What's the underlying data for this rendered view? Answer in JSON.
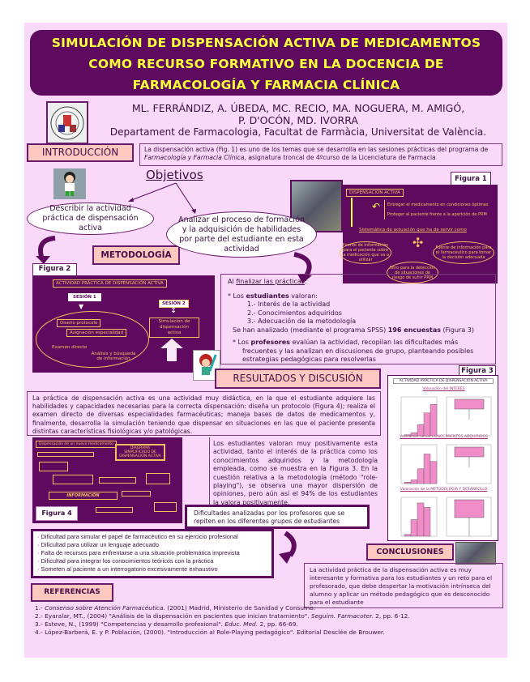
{
  "title": {
    "line1": "SIMULACIÓN DE DISPENSACIÓN ACTIVA DE MEDICAMENTOS",
    "line2": "COMO RECURSO FORMATIVO EN LA DOCENCIA DE",
    "line3": "FARMACOLOGÍA Y FARMACIA CLÍNICA"
  },
  "authors": {
    "line1": "ML. FERRÁNDIZ, A. ÚBEDA, MC. RECIO, MA. NOGUERA, M. AMIGÓ,",
    "line2": "P. D'OCÓN, MD. IVORRA",
    "dept": "Departament de Farmacologia, Facultat de Farmàcia, Universitat de València."
  },
  "intro": {
    "heading": "INTRODUCCIÓN",
    "text_a": "La dispensación activa (Fig. 1) es uno de los temas que se desarrolla en las sesiones prácticas del programa de ",
    "text_italic": "Farmacología y Farmacia Clínica",
    "text_b": ", asignatura troncal de 4ºcurso de la Licenciatura de Farmacia"
  },
  "objetivos": {
    "heading": "Objetivos",
    "obj1": "Describir la actividad práctica de dispensación activa",
    "obj2": "Analizar el proceso de formación y la adquisición de habilidades por parte del estudiante en esta actividad"
  },
  "figure1": {
    "label": "Figura 1",
    "title": "DISPENSACIÓN ACTIVA",
    "item1": "Entregar el medicamento en condiciones óptimas",
    "item2": "Proteger al paciente frente a la aparición de PRM",
    "sistematica": "Sistemática de actuación que ha de servir como",
    "oval1": "Fuente de información para el paciente sobre la medicación que va a utilizar",
    "oval2": "Fuente de información para el farmacéutico para tomar la decisión adecuada",
    "oval3": "filtro para la detección de situaciones de riesgo de sufrir PRM"
  },
  "metodologia": {
    "heading": "METODOLOGÍA"
  },
  "figure2": {
    "label": "Figura 2",
    "title": "ACTIVIDAD PRÁCTICA DE DISPENSACIÓN ACTIVA",
    "sesion1": "SESIÓN 1",
    "sesion2": "SESIÓN 2",
    "diseno": "Diseño protocolo",
    "asignacion": "Asignación especialidad",
    "examen": "Examen directo",
    "analisis": "Análisis y búsqueda de información",
    "simulacion": "Simulación de dispensación activa"
  },
  "practicas": {
    "intro_a": "Al ",
    "intro_u": "finalizar las prácticas",
    "intro_b": ":",
    "est_a": "* Los ",
    "est_b": "estudiantes",
    "est_c": " valoran:",
    "v1": "1.- Interés de la actividad",
    "v2": "2.- Conocimientos adquiridos",
    "v3": "3.- Adecuación de la metodología",
    "spss_a": "Se han analizado (mediante el programa SPSS) ",
    "spss_b": "196 encuestas",
    "spss_c": " (Figura 3)",
    "prof_a": "* Los ",
    "prof_b": "profesores",
    "prof_c": " evalúan la actividad, recopilan las dificultades más frecuentes y las analizan en discusiones de grupo, planteando posibles estrategias pedagógicas para resolverlas"
  },
  "resultados": {
    "heading": "RESULTADOS Y DISCUSIÓN",
    "para1": "La práctica de dispensación activa es una actividad muy didáctica, en la que el estudiante adquiere las habilidades y capacidades necesarias para la correcta dispensación: diseña un protocolo (Figura 4); realiza el examen directo de diversas especialidades farmacéuticas; maneja bases de datos de medicamentos y, finalmente, desarrolla la simulación teniendo que dispensar en situaciones en las que el paciente presenta distintas características fisiológicas y/o patológicas.",
    "para2": "Los estudiantes valoran muy positivamente esta actividad, tanto el interés de la práctica como los conocimientos adquiridos y la metodología empleada, como se muestra en la Figura 3. En la cuestión relativa a la metodología (método \"role-playing\"), se observa una mayor dispersión de opiniones, pero aún así el 94% de los estudiantes la valora positivamente.",
    "dificultades_title": "Dificultades analizadas por los profesores que se repiten en los diferentes grupos de estudiantes",
    "dificultades": [
      "· Dificultad para simular el papel de farmacéutico en su ejercicio profesional",
      "· Dificultad para utilizar un lenguaje adecuado",
      "· Falta de recursos para enfrentarse a una situación problemática imprevista",
      "· Dificultad para integrar los conocimientos teóricos con la práctica",
      "· Someten al paciente a un interrogatorio excesivamente exhaustivo"
    ]
  },
  "figure3": {
    "label": "Figura 3",
    "title": "ACTIVIDAD PRÁCTICA DE DISPENSACIÓN ACTIVA",
    "sub1": "Valoración del INTERÉS",
    "sub2": "Valoración de los CONOCIMIENTOS ADQUIRIDOS",
    "sub3": "Valoración de la METODOLOGÍA Y DESARROLLO"
  },
  "figure4": {
    "label": "Figura 4",
    "title": "DIAGRAMA SIMPLIFICADO DE DISPENSACIÓN ACTIVA",
    "start": "Dispensación de un nuevo medicamento",
    "info": "INFORMACIÓN"
  },
  "conclusiones": {
    "heading": "CONCLUSIONES",
    "text": "La actividad práctica de la dispensación activa es muy interesante y formativa para los estudiantes y un reto para el profesorado, que debe despertar la motivación intrínseca del alumno y aplicar un método pedagógico que es desconocido para el estudiante"
  },
  "referencias": {
    "heading": "REFERENCIAS",
    "r1a": "1.- ",
    "r1i": "Consenso sobre Atención Farmacéutica.",
    "r1b": " (2001) Madrid, Ministerio de Sanidad y Consumo.",
    "r2a": "2.- Eyaralar, MT., (2004) \"Análisis de la dispensación en pacientes que inician tratamiento\". ",
    "r2i": "Seguim. Farmacoter.",
    "r2b": " 2, pp. 6-12.",
    "r3a": "3.- Esteve, N., (1999) \"Competencias y desarrollo profesional\". ",
    "r3i": "Educ. Med.",
    "r3b": " 2, pp. 66-69.",
    "r4": "4.- López-Barberá, E. y P. Población, (2000). \"Introducción al Role-Playing pedagógico\". Editorial Desclée de Brouwer."
  },
  "colors": {
    "purple": "#5e0a5e",
    "yellow": "#ffff3a",
    "pink": "#f9d8f9",
    "salmon": "#fcc8c0",
    "histogram": "#f08cc8"
  }
}
